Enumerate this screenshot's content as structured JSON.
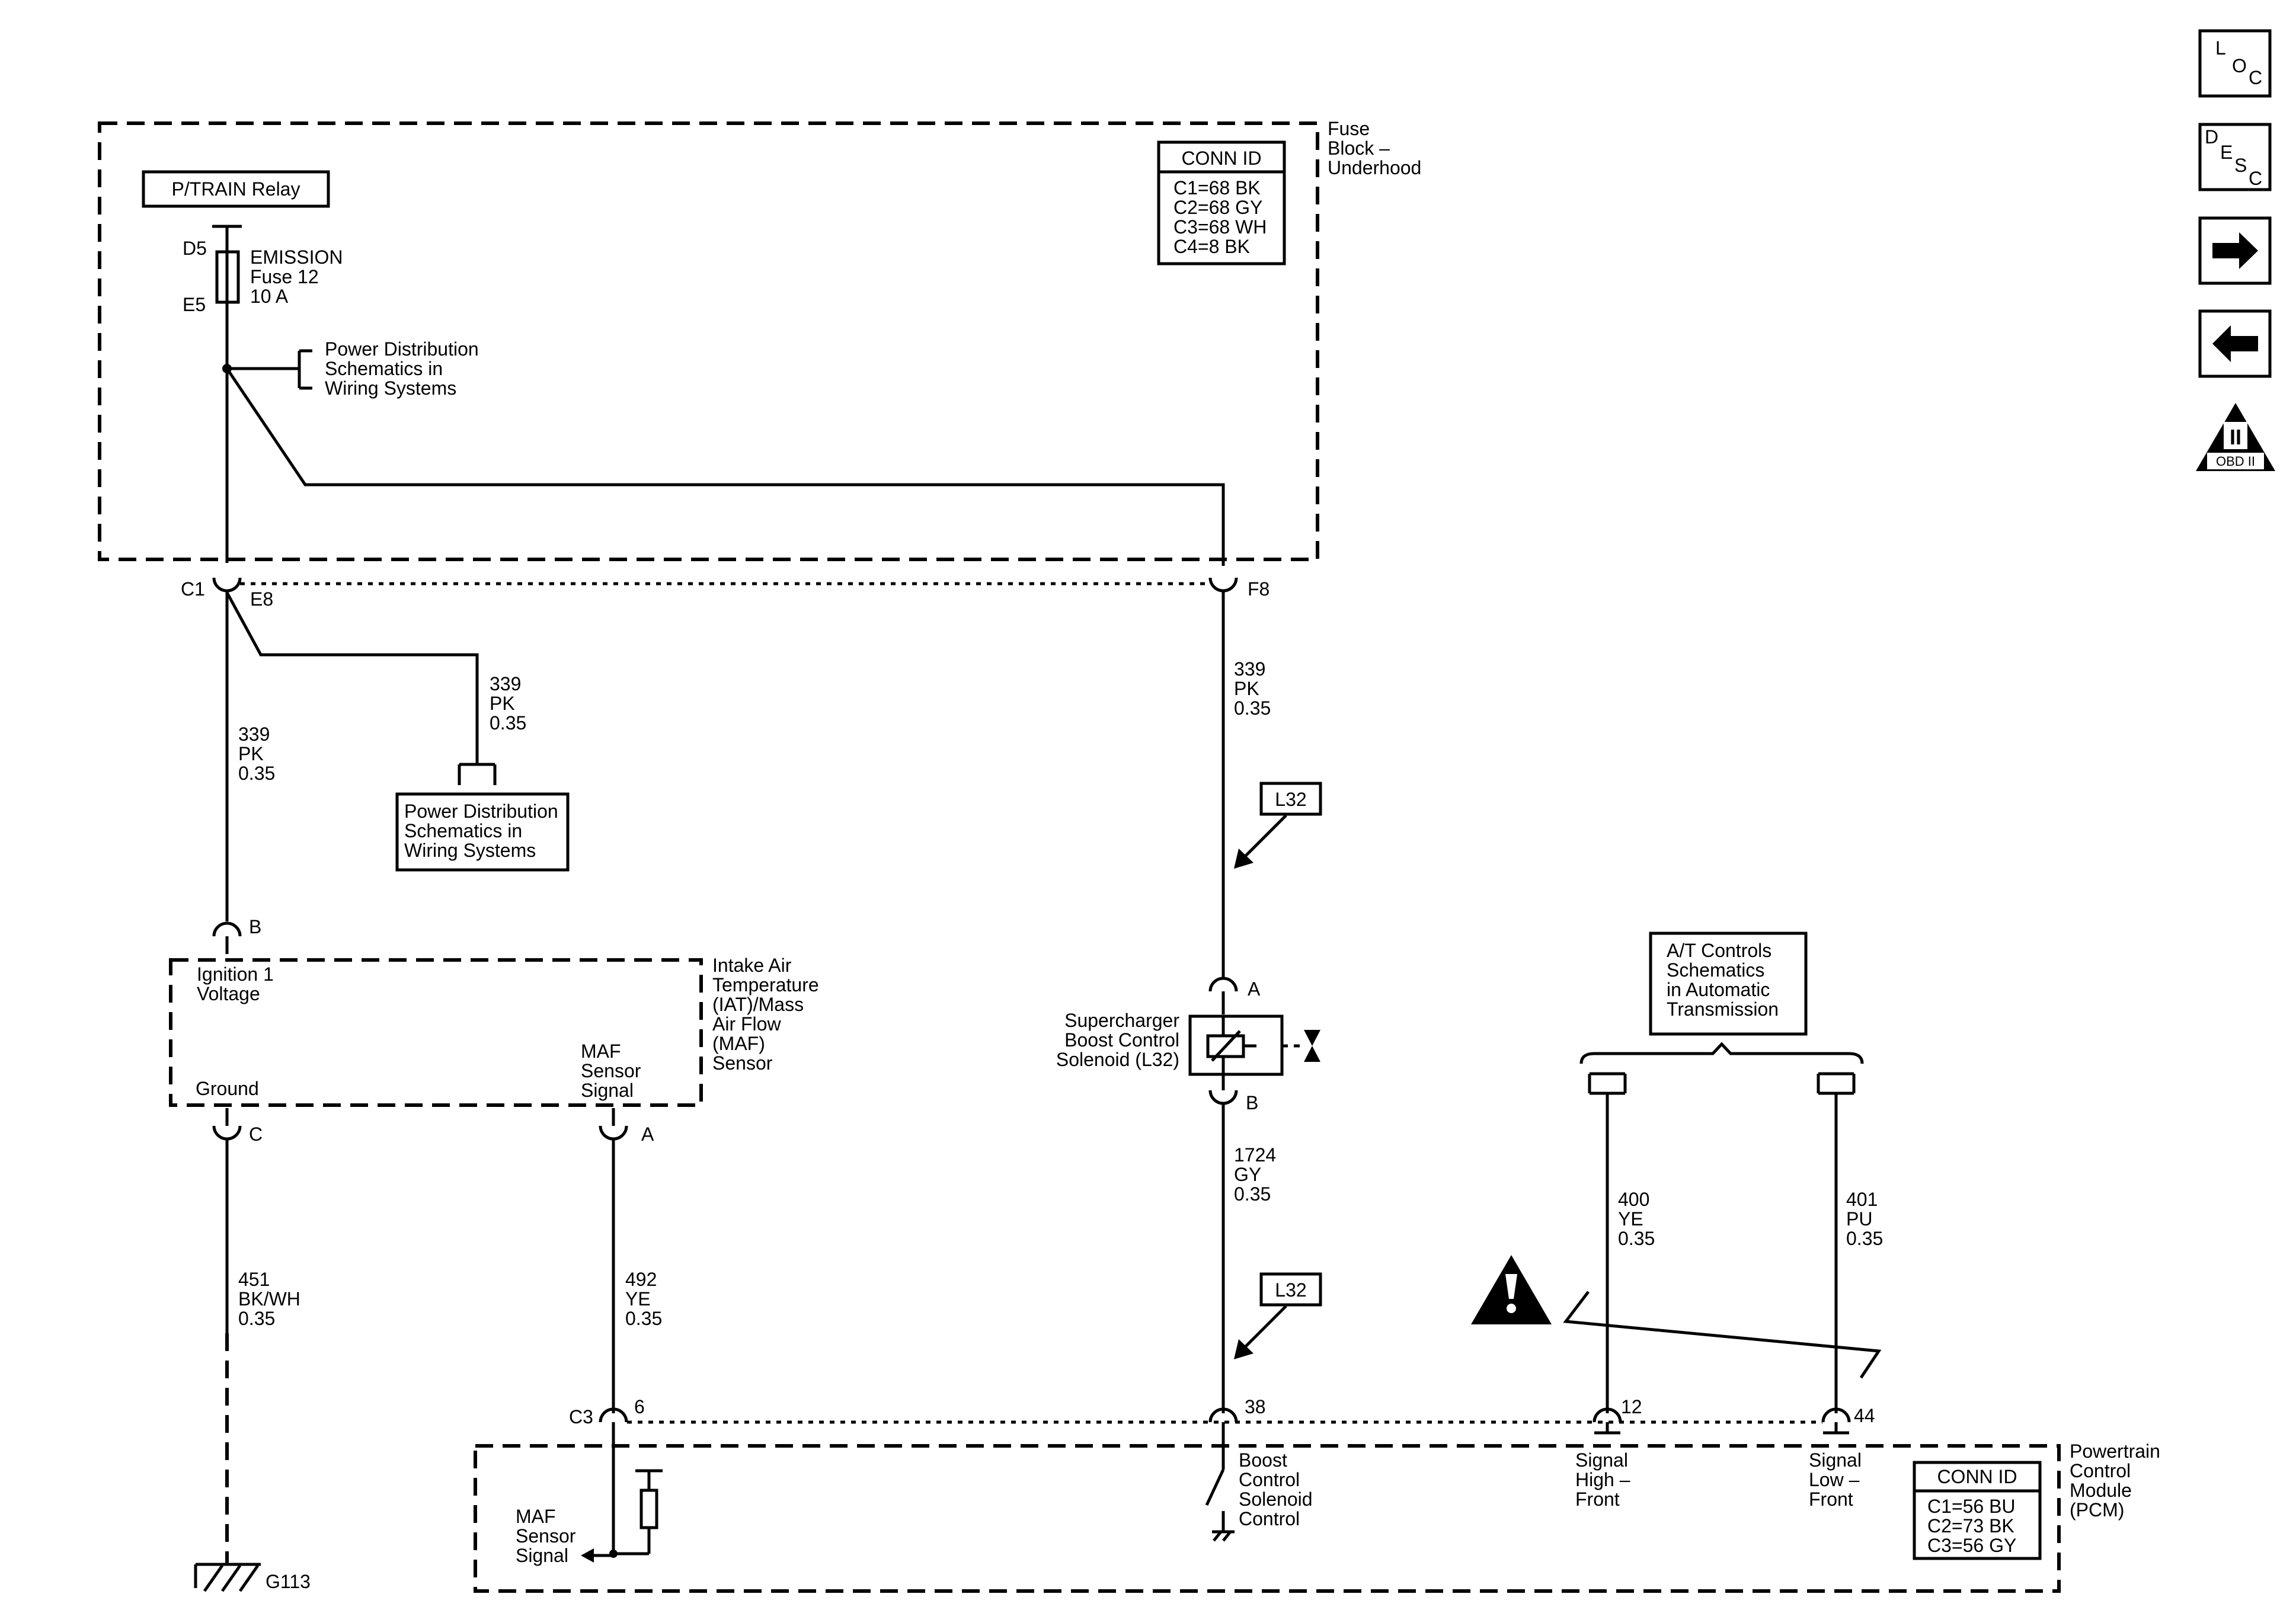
{
  "fuse_block": {
    "label": [
      "Fuse",
      "Block –",
      "Underhood"
    ],
    "ptrain_relay": "P/TRAIN Relay",
    "fuse_top_pin": "D5",
    "fuse_bottom_pin": "E5",
    "fuse_label": [
      "EMISSION",
      "Fuse 12",
      "10 A"
    ],
    "power_dist_ref": [
      "Power Distribution",
      "Schematics in",
      "Wiring Systems"
    ],
    "conn_id_title": "CONN ID",
    "conn_ids": [
      "C1=68 BK",
      "C2=68 GY",
      "C3=68 WH",
      "C4=8 BK"
    ],
    "c1_label": "C1",
    "e8_pin": "E8",
    "f8_pin": "F8"
  },
  "wires": {
    "w339_left": [
      "339",
      "PK",
      "0.35"
    ],
    "w339_branch": [
      "339",
      "PK",
      "0.35"
    ],
    "w339_right": [
      "339",
      "PK",
      "0.35"
    ],
    "w451": [
      "451",
      "BK/WH",
      "0.35"
    ],
    "w492": [
      "492",
      "YE",
      "0.35"
    ],
    "w1724": [
      "1724",
      "GY",
      "0.35"
    ],
    "w400": [
      "400",
      "YE",
      "0.35"
    ],
    "w401": [
      "401",
      "PU",
      "0.35"
    ]
  },
  "power_dist_box": [
    "Power Distribution",
    "Schematics in",
    "Wiring Systems"
  ],
  "iat_maf": {
    "label": [
      "Intake Air",
      "Temperature",
      "(IAT)/Mass",
      "Air Flow",
      "(MAF)",
      "Sensor"
    ],
    "ignition": [
      "Ignition 1",
      "Voltage"
    ],
    "ground": "Ground",
    "maf_signal": [
      "MAF",
      "Sensor",
      "Signal"
    ],
    "pin_b": "B",
    "pin_c": "C",
    "pin_a": "A"
  },
  "ground_label": "G113",
  "option_tag": "L32",
  "solenoid": {
    "label": [
      "Supercharger",
      "Boost Control",
      "Solenoid (L32)"
    ],
    "pin_a": "A",
    "pin_b": "B"
  },
  "at_controls": [
    "A/T Controls",
    "Schematics",
    "in Automatic",
    "Transmission"
  ],
  "pcm": {
    "label": [
      "Powertrain",
      "Control",
      "Module",
      "(PCM)"
    ],
    "c3_label": "C3",
    "pin6": "6",
    "pin38": "38",
    "pin12": "12",
    "pin44": "44",
    "maf_signal": [
      "MAF",
      "Sensor",
      "Signal"
    ],
    "boost": [
      "Boost",
      "Control",
      "Solenoid",
      "Control"
    ],
    "sig_high": [
      "Signal",
      "High –",
      "Front"
    ],
    "sig_low": [
      "Signal",
      "Low –",
      "Front"
    ],
    "conn_id_title": "CONN ID",
    "conn_ids": [
      "C1=56 BU",
      "C2=73 BK",
      "C3=56 GY"
    ]
  },
  "nav": {
    "loc": [
      "L",
      "O",
      "C"
    ],
    "desc": [
      "D",
      "E",
      "S",
      "C"
    ],
    "obd": "OBD II",
    "obd_numeral": "II"
  }
}
